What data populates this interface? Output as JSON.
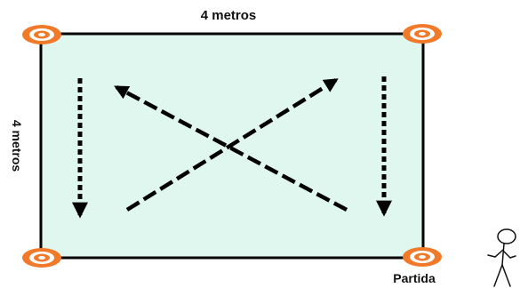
{
  "labels": {
    "top_dimension": "4 metros",
    "side_dimension": "4 metros",
    "start": "Partida"
  },
  "colors": {
    "field_fill": "#dff7ee",
    "field_border": "#000000",
    "cone_outer": "#f07a2a",
    "cone_ring": "#ffffff",
    "cone_inner": "#f07a2a",
    "arrow": "#000000"
  },
  "icons": {
    "cones": [
      "cone-icon",
      "cone-icon",
      "cone-icon",
      "cone-icon"
    ],
    "person": "stick-figure-icon"
  }
}
